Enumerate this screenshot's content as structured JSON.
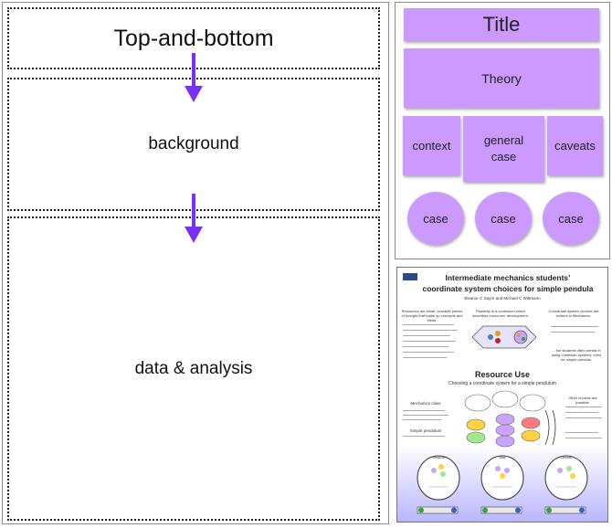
{
  "left": {
    "sections": [
      "Top-and-bottom",
      "background",
      "data & analysis"
    ]
  },
  "layout": {
    "title": "Title",
    "theory": "Theory",
    "middle": [
      "context",
      "general case",
      "caveats"
    ],
    "cases": [
      "case",
      "case",
      "case"
    ]
  },
  "poster": {
    "title_line1": "Intermediate mechanics students’",
    "title_line2": "coordinate system choices for simple pendula",
    "authors": "Eleanor C Sayre and Michael C Wittmann",
    "section_heading": "Resource Use",
    "section_sub": "Choosing a coordinate system for a simple pendulum",
    "col_labels": [
      "Resources are small, reusable pieces of thought that make up concepts and ideas.",
      "Plasticity is a continuum which describes resources' development.",
      "Coordinate system choices are evident in Mechanics."
    ],
    "side_notes": [
      "... but students often persist in using Cartesian systems, even for simple pendula.",
      "Other choices are possible."
    ],
    "small_heads": [
      "Mechanics class",
      "Simple pendulum"
    ],
    "bubble_labels": [
      "Jessica",
      "Max",
      "Dennis"
    ],
    "colors": {
      "accent": "#cc99ff",
      "arrow": "#7b2ff7"
    }
  }
}
